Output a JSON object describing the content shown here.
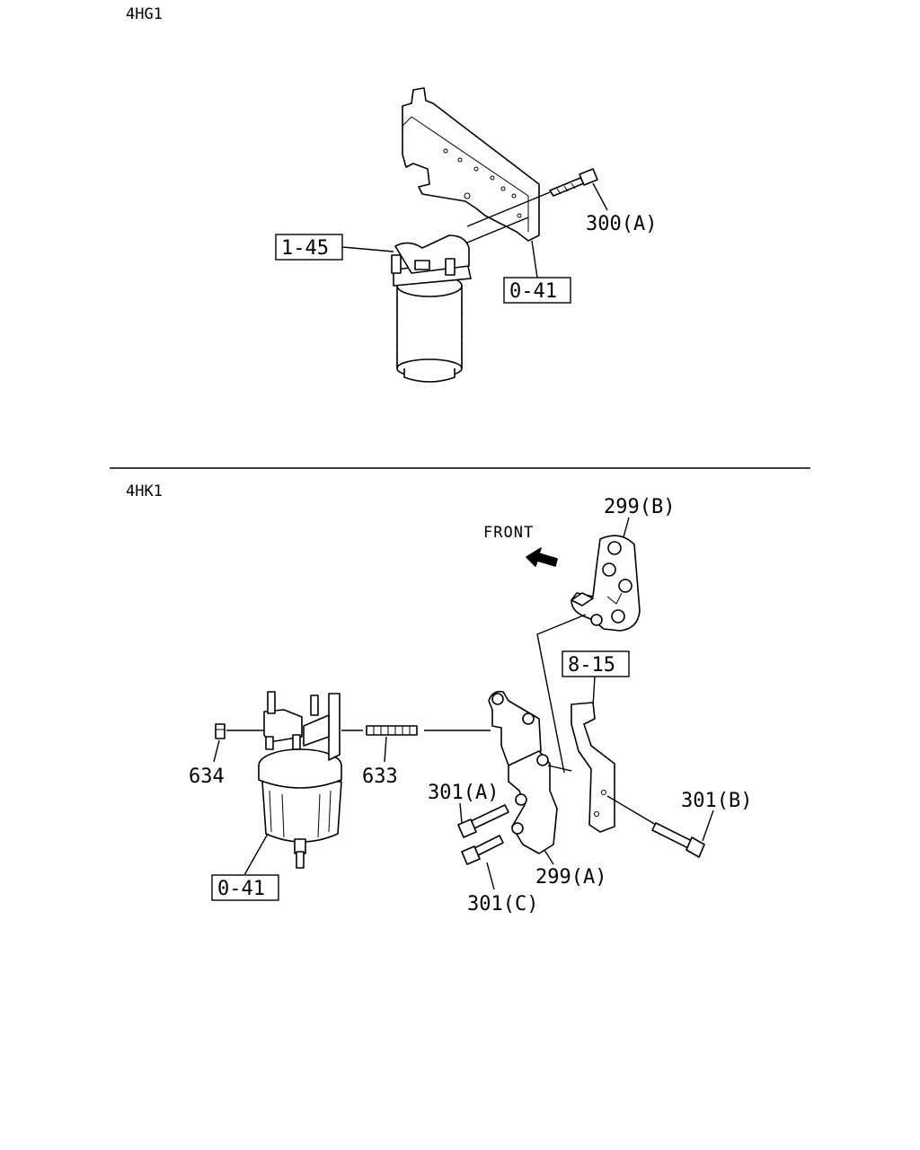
{
  "sections": {
    "top": {
      "engine": "4HG1"
    },
    "bottom": {
      "engine": "4HK1"
    }
  },
  "top_callouts": {
    "bolt": "300(A)",
    "head": "1-45",
    "filter": "0-41"
  },
  "bottom_callouts": {
    "bracket_upper": "299(B)",
    "front": "FRONT",
    "plate": "8-15",
    "nut": "634",
    "stud": "633",
    "bolt_a": "301(A)",
    "bolt_b": "301(B)",
    "bracket_lower": "299(A)",
    "bolt_c": "301(C)",
    "filter": "0-41"
  },
  "colors": {
    "ink": "#000000",
    "paper": "#ffffff"
  }
}
